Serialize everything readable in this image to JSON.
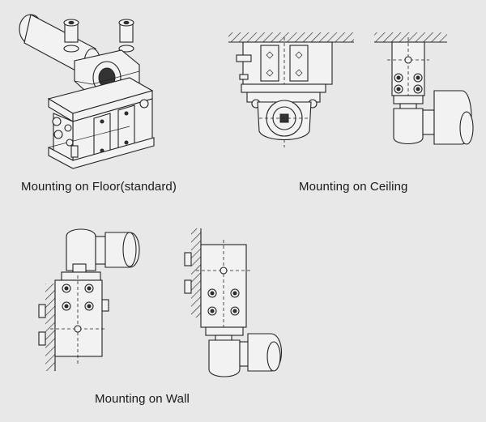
{
  "captions": {
    "floor": "Mounting on Floor(standard)",
    "ceiling": "Mounting on Ceiling",
    "wall": "Mounting on Wall"
  }
}
